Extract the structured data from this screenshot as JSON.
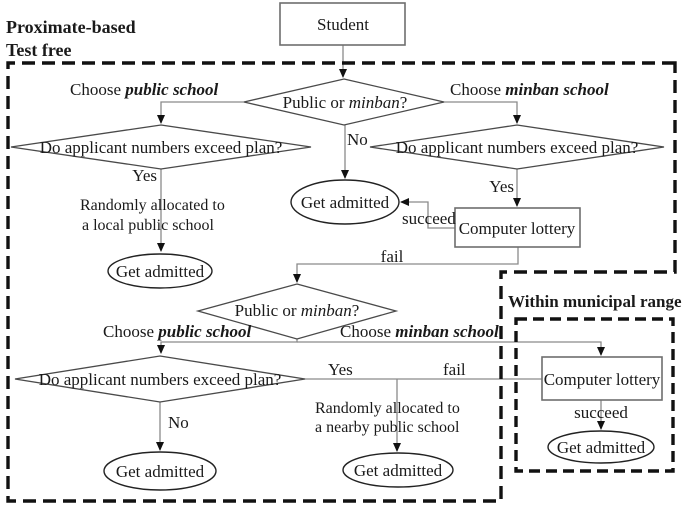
{
  "labels": {
    "region_test_free_line1": "Proximate-based",
    "region_test_free_line2": "Test free",
    "region_municipal": "Within municipal range",
    "student": "Student",
    "decision_school_type_prefix": "Public or ",
    "decision_school_type_italic": "minban",
    "decision_school_type_suffix": "?",
    "decision_exceed_plan": "Do applicant numbers exceed plan?",
    "computer_lottery": "Computer lottery",
    "get_admitted": "Get admitted",
    "choose_prefix": "Choose ",
    "choose_public_bold": "public school",
    "choose_minban_bold": "minban school",
    "yes": "Yes",
    "no": "No",
    "succeed": "succeed",
    "fail": "fail",
    "random_local_line1": "Randomly allocated to",
    "random_local_line2": "a local public school",
    "random_nearby_line1": "Randomly allocated to",
    "random_nearby_line2": "a nearby public school"
  },
  "colors": {
    "background": "#ffffff",
    "border_dashed": "#111111",
    "connector": "#8a8a8a",
    "shape_outline": "#333333",
    "text": "#1a1a1a"
  }
}
